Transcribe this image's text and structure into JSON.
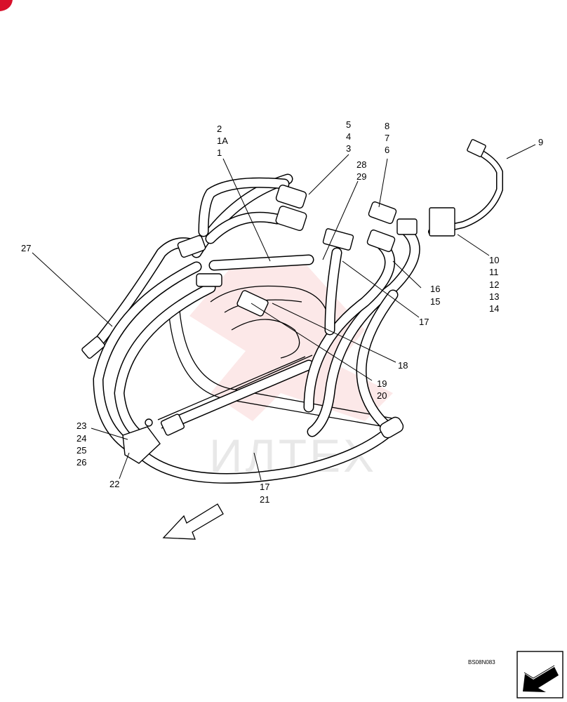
{
  "watermark": {
    "text": "ИЛТЕХ",
    "color": "#e84a4a"
  },
  "drawing_code": "BS08N083",
  "callouts": [
    {
      "id": "c-2",
      "text": "2"
    },
    {
      "id": "c-1a",
      "text": "1A"
    },
    {
      "id": "c-1",
      "text": "1"
    },
    {
      "id": "c-5",
      "text": "5"
    },
    {
      "id": "c-4",
      "text": "4"
    },
    {
      "id": "c-3",
      "text": "3"
    },
    {
      "id": "c-8",
      "text": "8"
    },
    {
      "id": "c-7",
      "text": "7"
    },
    {
      "id": "c-6",
      "text": "6"
    },
    {
      "id": "c-9",
      "text": "9"
    },
    {
      "id": "c-28",
      "text": "28"
    },
    {
      "id": "c-29",
      "text": "29"
    },
    {
      "id": "c-27",
      "text": "27"
    },
    {
      "id": "c-10",
      "text": "10"
    },
    {
      "id": "c-11",
      "text": "11"
    },
    {
      "id": "c-12",
      "text": "12"
    },
    {
      "id": "c-13",
      "text": "13"
    },
    {
      "id": "c-14",
      "text": "14"
    },
    {
      "id": "c-16",
      "text": "16"
    },
    {
      "id": "c-15",
      "text": "15"
    },
    {
      "id": "c-17a",
      "text": "17"
    },
    {
      "id": "c-18",
      "text": "18"
    },
    {
      "id": "c-19",
      "text": "19"
    },
    {
      "id": "c-20",
      "text": "20"
    },
    {
      "id": "c-23",
      "text": "23"
    },
    {
      "id": "c-24",
      "text": "24"
    },
    {
      "id": "c-25",
      "text": "25"
    },
    {
      "id": "c-26",
      "text": "26"
    },
    {
      "id": "c-22",
      "text": "22"
    },
    {
      "id": "c-17b",
      "text": "17"
    },
    {
      "id": "c-21",
      "text": "21"
    }
  ],
  "icons": {
    "corner": "corner-mark-icon",
    "direction": "direction-arrow-icon",
    "view": "view-arrow-icon"
  }
}
